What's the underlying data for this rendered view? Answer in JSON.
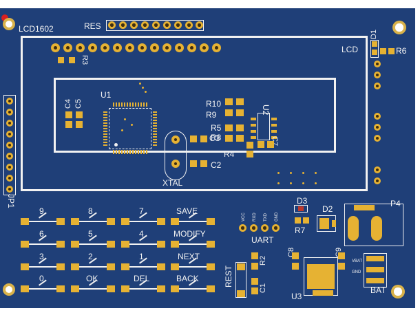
{
  "silkscreen": {
    "lcd1602": "LCD1602",
    "res": "RES",
    "lcd": "LCD",
    "d1": "D1",
    "r6": "R6",
    "r3": "R3",
    "c4": "C4",
    "c5": "C5",
    "u1": "U1",
    "r10": "R10",
    "r9": "R9",
    "u2": "U2",
    "r5": "R5",
    "r8": "R8",
    "c3": "C3",
    "c7": "C7",
    "r4": "R4",
    "c2": "C2",
    "xtal": "XTAL",
    "jp1": "JP1",
    "d3": "D3",
    "d2": "D2",
    "p4": "P4",
    "r7": "R7",
    "uart": "UART",
    "uart_pins": [
      "VCC",
      "RXD",
      "TXD",
      "GND"
    ],
    "c8": "C8",
    "c9": "C9",
    "vbat": "VBAT",
    "gnd": "GND",
    "r2": "R2",
    "c1": "C1",
    "rest": "REST",
    "u3": "U3",
    "bat": "BAT"
  },
  "keypad": [
    {
      "label": "9"
    },
    {
      "label": "8"
    },
    {
      "label": "7"
    },
    {
      "label": "SAVE"
    },
    {
      "label": "6"
    },
    {
      "label": "5"
    },
    {
      "label": "4"
    },
    {
      "label": "MODIFY"
    },
    {
      "label": "3"
    },
    {
      "label": "2"
    },
    {
      "label": "1"
    },
    {
      "label": "NEXT"
    },
    {
      "label": "0"
    },
    {
      "label": "OK"
    },
    {
      "label": "DEL"
    },
    {
      "label": "BACK"
    }
  ],
  "colors": {
    "board": "#1f3f78",
    "silkscreen": "#f2f2f2",
    "pad": "#e6b233"
  }
}
